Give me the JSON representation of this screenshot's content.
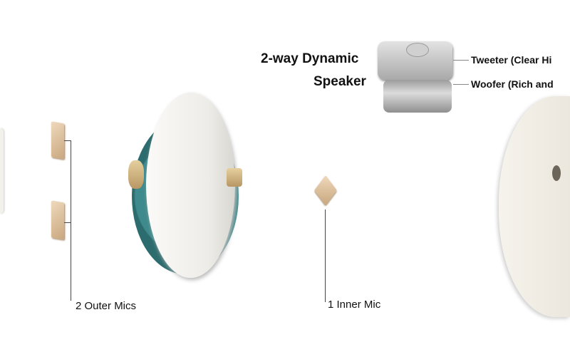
{
  "labels": {
    "speaker_title_line1": "2-way Dynamic",
    "speaker_title_line2": "Speaker",
    "tweeter": "Tweeter (Clear Hi",
    "woofer": "Woofer (Rich and",
    "outer_mics": "2 Outer Mics",
    "inner_mic": "1 Inner Mic"
  }
}
